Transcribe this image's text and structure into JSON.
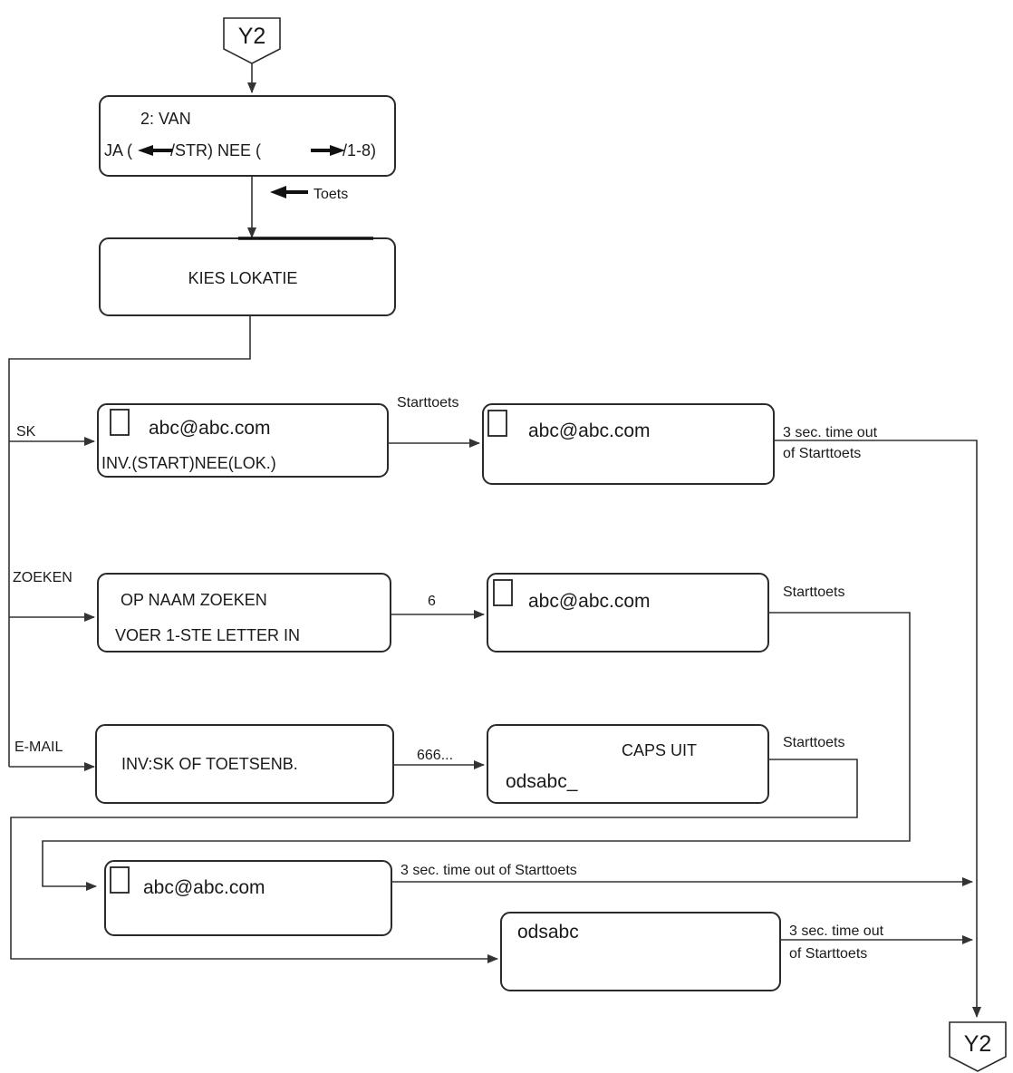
{
  "connectors": {
    "top": "Y2",
    "bottom": "Y2"
  },
  "box_van": {
    "line1": "2: VAN",
    "line2": "JA (",
    "line2_mid": "/STR)  NEE (",
    "line2_end": "/1-8)"
  },
  "key_label": "Toets",
  "box_kies": {
    "text": "KIES LOKATIE"
  },
  "branches": {
    "sk": "SK",
    "zoeken": "ZOEKEN",
    "email": "E-MAIL"
  },
  "box_sk": {
    "line1": "abc@abc.com",
    "line2": "INV.(START)NEE(LOK.)"
  },
  "box_sk_result": {
    "text": "abc@abc.com"
  },
  "box_zoeken": {
    "line1": "OP NAAM ZOEKEN",
    "line2": "VOER 1-STE LETTER IN"
  },
  "box_zoeken_result": {
    "text": "abc@abc.com"
  },
  "box_email": {
    "text": "INV:SK OF TOETSENB."
  },
  "box_email_input": {
    "caps": "CAPS UIT",
    "text": "odsabc_"
  },
  "box_final_addr": {
    "text": "abc@abc.com"
  },
  "box_final_ods": {
    "text": "odsabc"
  },
  "labels": {
    "starttoets_sk": "Starttoets",
    "timeout_sk_1": "3 sec. time out",
    "timeout_sk_2": "of Starttoets",
    "key_6": "6",
    "starttoets_zoeken": "Starttoets",
    "key_666": "666...",
    "starttoets_email": "Starttoets",
    "timeout_addr": "3 sec. time out of Starttoets",
    "timeout_ods_1": "3 sec. time out",
    "timeout_ods_2": "of Starttoets"
  }
}
